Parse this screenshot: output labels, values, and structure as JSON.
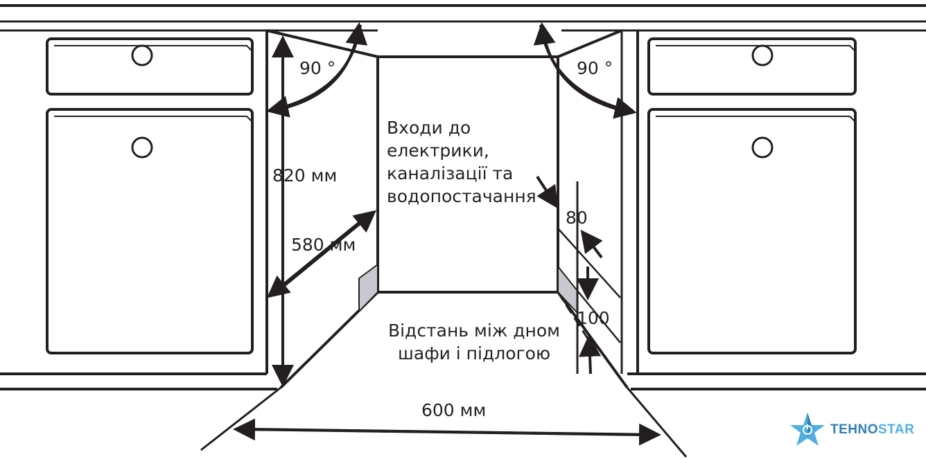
{
  "labels": {
    "angle_left": "90 °",
    "angle_right": "90 °",
    "height": "820 мм",
    "depth": "580 мм",
    "width": "600 мм",
    "inputs": [
      "Входи до",
      "електрики,",
      "каналізації та",
      "водопостачання"
    ],
    "gap_top": "80",
    "gap_bottom": "100",
    "plinth": [
      "Відстань між дном",
      "шафи і підлогою"
    ]
  },
  "logo": {
    "part1": "TEHNO",
    "part2": "STAR"
  },
  "colors": {
    "line": "#231f20",
    "plinth": "#c8c9ce",
    "logo_dark": "#2f7fb8",
    "logo_light": "#4fb0e0"
  }
}
